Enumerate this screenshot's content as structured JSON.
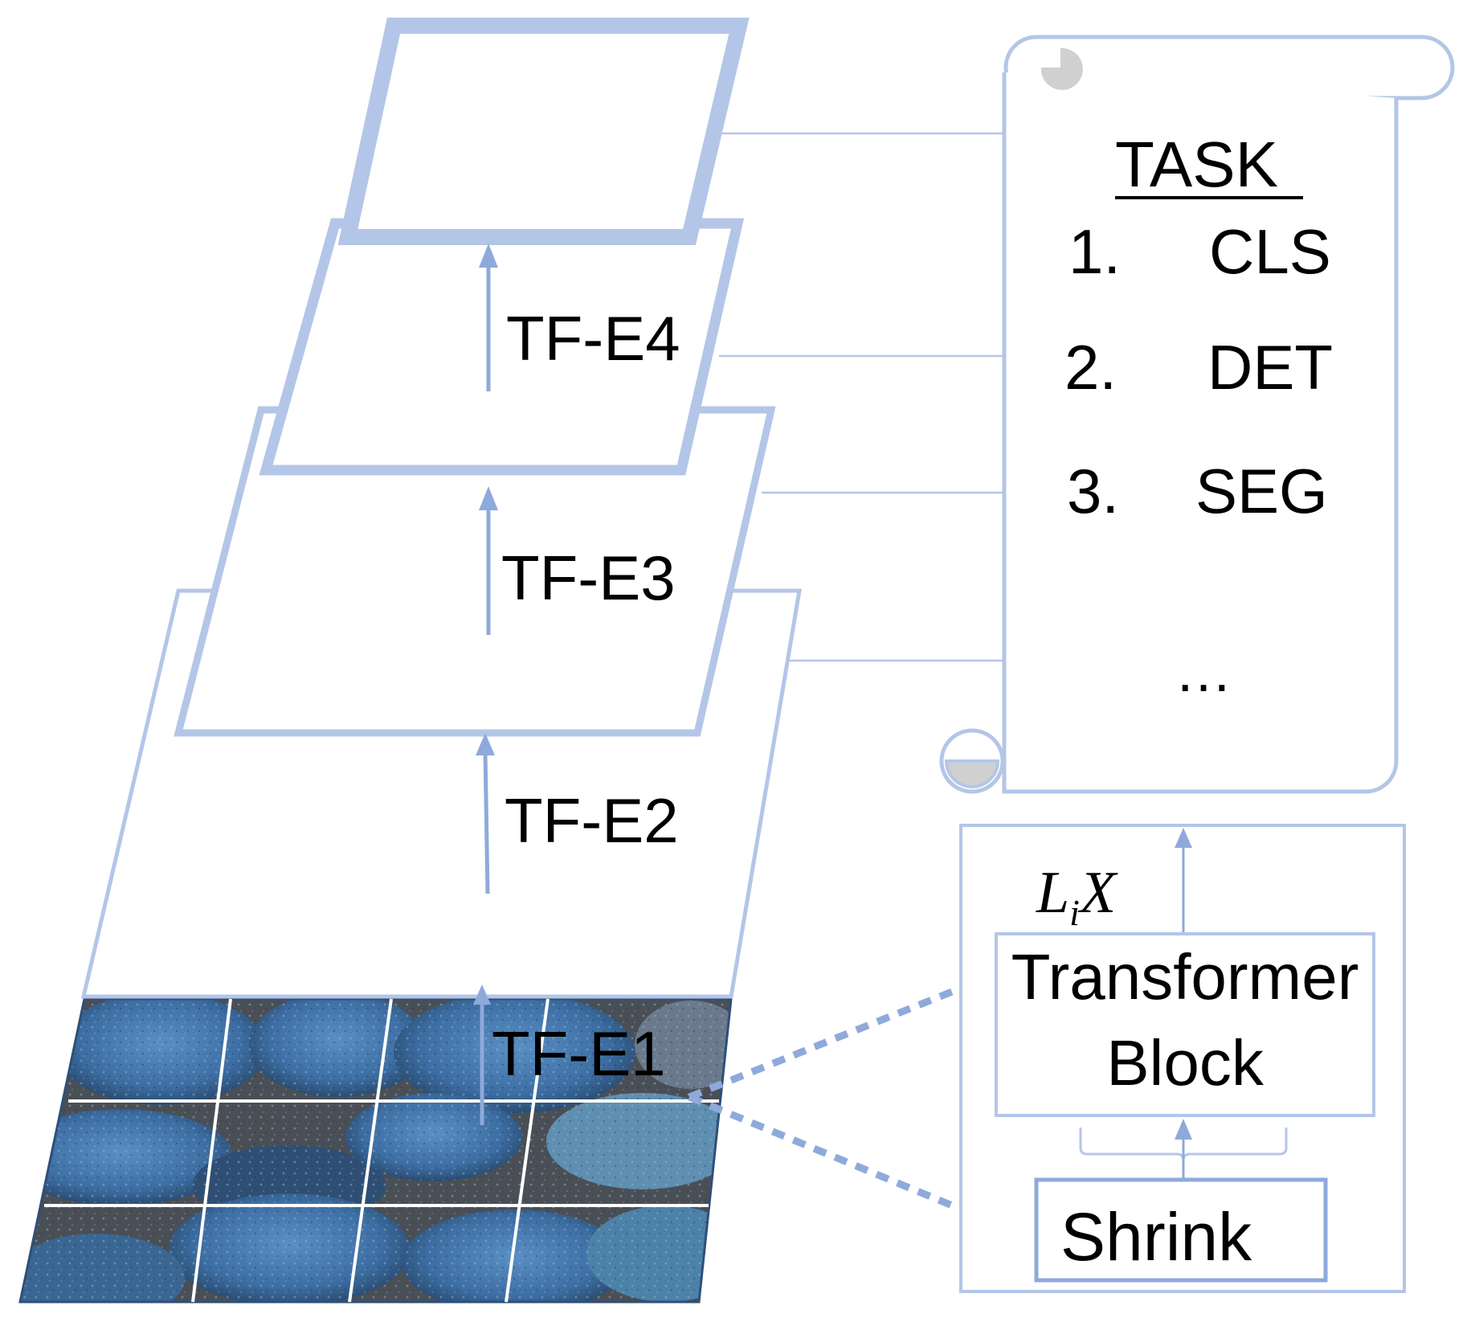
{
  "colors": {
    "stroke": "#b4c6e7",
    "arrow": "#8eaadb",
    "scroll_curl": "#d0d0d0",
    "texture_base": "#3f6f9c"
  },
  "encoders": [
    {
      "label": "TF-E1"
    },
    {
      "label": "TF-E2"
    },
    {
      "label": "TF-E3"
    },
    {
      "label": "TF-E4"
    }
  ],
  "task_scroll": {
    "title": "TASK",
    "items": [
      {
        "num": "1.",
        "name": "CLS"
      },
      {
        "num": "2.",
        "name": "DET"
      },
      {
        "num": "3.",
        "name": "SEG"
      }
    ],
    "ellipsis": "…"
  },
  "block_detail": {
    "formula_L": "L",
    "formula_sub": "i",
    "formula_X": "X",
    "transformer_line1": "Transformer",
    "transformer_line2": "Block",
    "shrink": "Shrink"
  },
  "icons": {
    "input_image": "texture-image-icon",
    "scroll": "scroll-icon"
  }
}
